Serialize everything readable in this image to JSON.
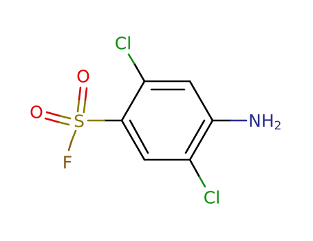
{
  "colors": {
    "bond": "#000000",
    "chlorine": "#0a8f0a",
    "oxygen": "#e00000",
    "sulfur": "#8a7a00",
    "fluorine": "#8a5a14",
    "nitrogen": "#2a2a8f"
  },
  "atoms": {
    "cl_top": "Cl",
    "cl_bottom": "Cl",
    "o_upper": "O",
    "o_left": "O",
    "sulfur": "S",
    "fluorine": "F",
    "amine_n": "NH",
    "amine_sub": "2"
  }
}
